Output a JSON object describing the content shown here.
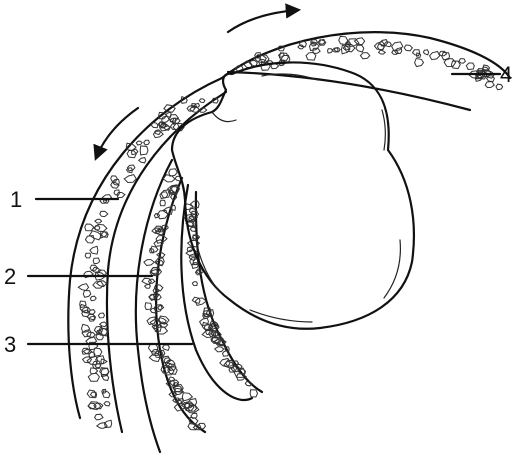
{
  "diagram": {
    "labels": [
      {
        "id": "1",
        "text": "1"
      },
      {
        "id": "2",
        "text": "2"
      },
      {
        "id": "3",
        "text": "3"
      },
      {
        "id": "4",
        "text": "4"
      }
    ],
    "arrows": [
      {
        "id": "top-arrow",
        "direction": "right"
      },
      {
        "id": "left-arrow",
        "direction": "down-left"
      }
    ],
    "colors": {
      "ink": "#111111",
      "background": "#ffffff"
    }
  }
}
